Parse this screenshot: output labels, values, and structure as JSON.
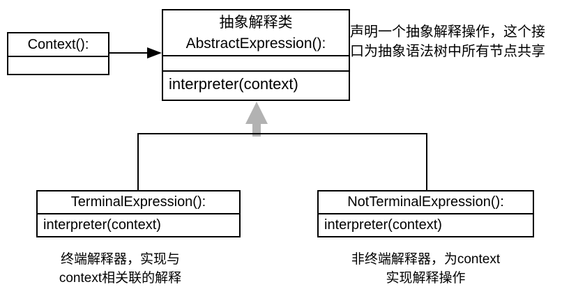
{
  "diagram": {
    "background_color": "#ffffff",
    "line_color": "#000000",
    "inheritance_arrow_color": "#b2b2b2",
    "context_class": {
      "name": "Context():"
    },
    "abstract_class": {
      "title": "抽象解释类",
      "name": "AbstractExpression():",
      "method": "interpreter(context)"
    },
    "annotation": {
      "line1": "声明一个抽象解释操作，这个接",
      "line2": "口为抽象语法树中所有节点共享"
    },
    "terminal_class": {
      "name": "TerminalExpression():",
      "method": "interpreter(context)",
      "caption": {
        "line1": "终端解释器，实现与",
        "line2": "context相关联的解释"
      }
    },
    "not_terminal_class": {
      "name": "NotTerminalExpression():",
      "method": "interpreter(context)",
      "caption": {
        "line1": "非终端解释器，为context",
        "line2": "实现解释操作"
      }
    }
  }
}
